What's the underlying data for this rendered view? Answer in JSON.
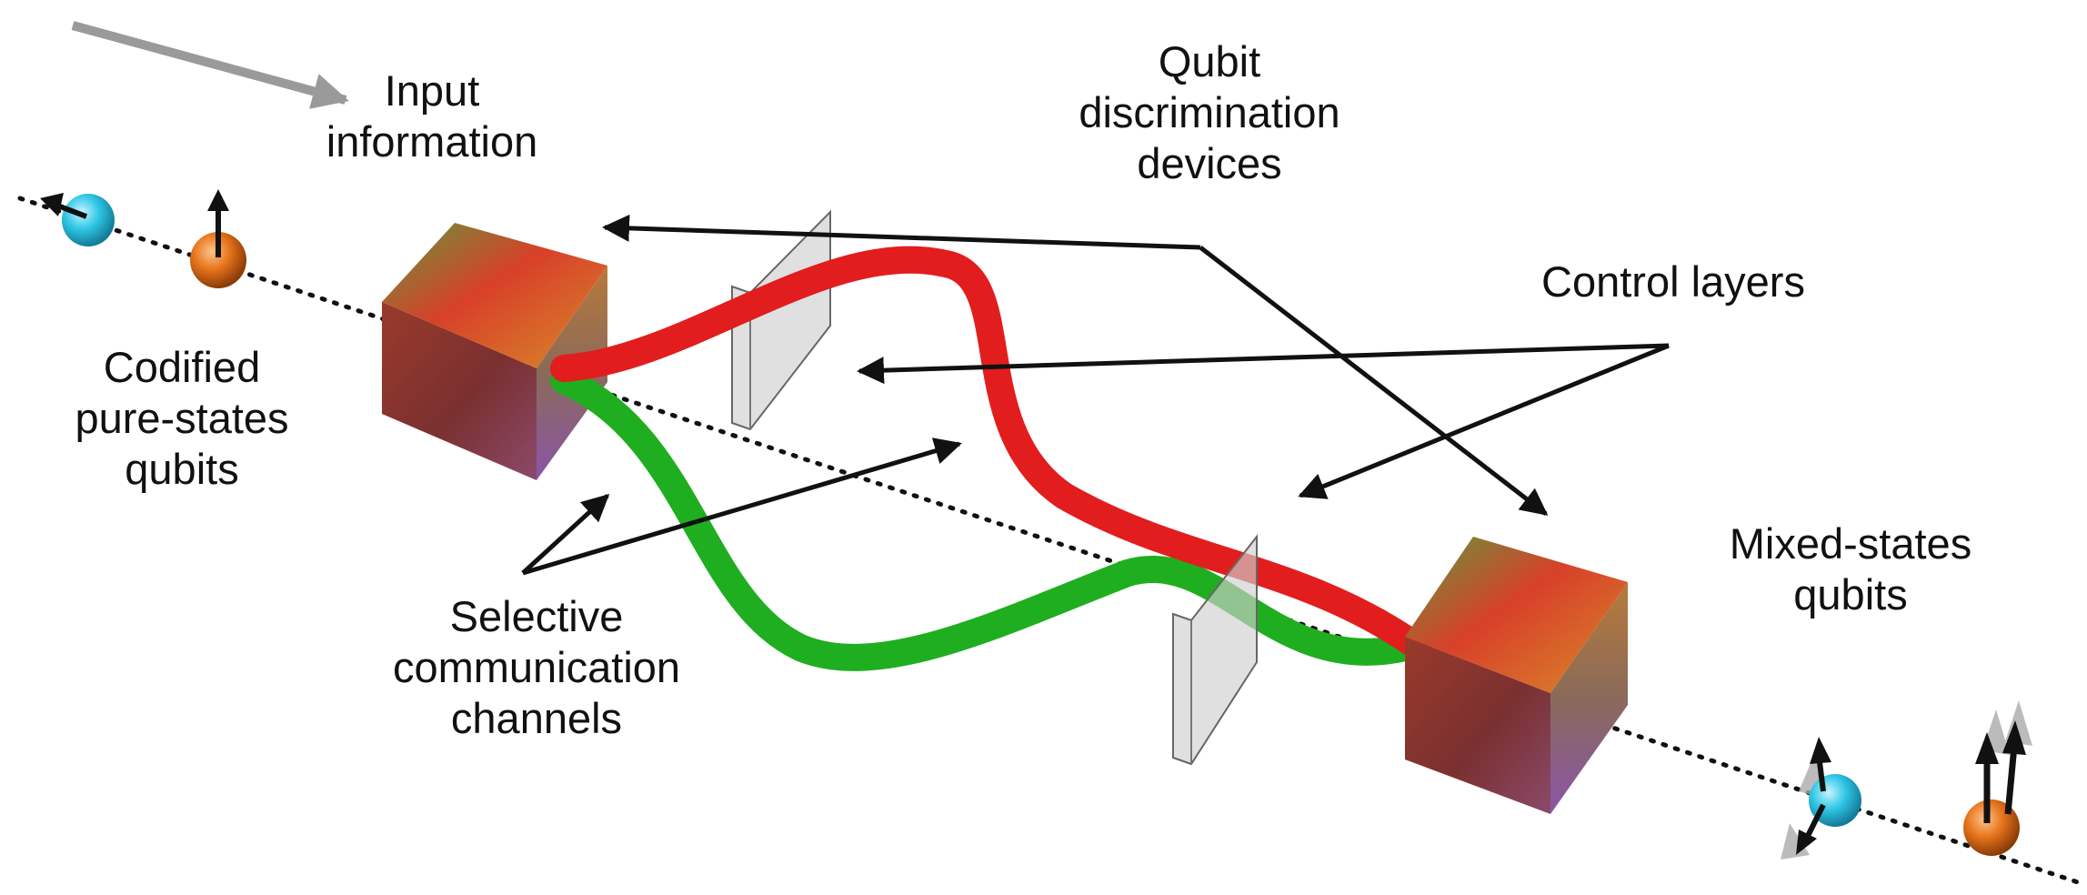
{
  "labels": {
    "input_information": [
      "Input",
      "information"
    ],
    "qubit_discrimination_devices": [
      "Qubit",
      "discrimination",
      "devices"
    ],
    "control_layers": [
      "Control layers"
    ],
    "codified_pure_states_qubits": [
      "Codified",
      "pure-states",
      "qubits"
    ],
    "selective_communication_channels": [
      "Selective",
      "communication",
      "channels"
    ],
    "mixed_states_qubits": [
      "Mixed-states",
      "qubits"
    ]
  },
  "colors": {
    "red_channel": "#e21d1d",
    "green_channel": "#1fae1f",
    "cyan_qubit": "#2fc6e6",
    "orange_qubit": "#e6731b",
    "arrow": "#111111",
    "input_arrow": "#9a9a9a",
    "plate": "#d8d8d8"
  }
}
